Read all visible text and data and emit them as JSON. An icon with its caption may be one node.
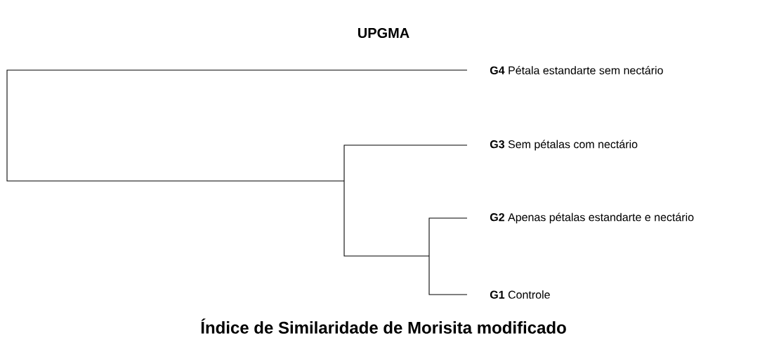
{
  "diagram": {
    "title": "UPGMA",
    "caption": "Índice de Similaridade de Morisita modificado",
    "labels": [
      "**G4** Pétala estandarte sem nectário",
      "**G3** Sem pétalas com nectário",
      "**G2** Apenas pétalas estandarte e nectário",
      "**G1** Controle"
    ]
  }
}
